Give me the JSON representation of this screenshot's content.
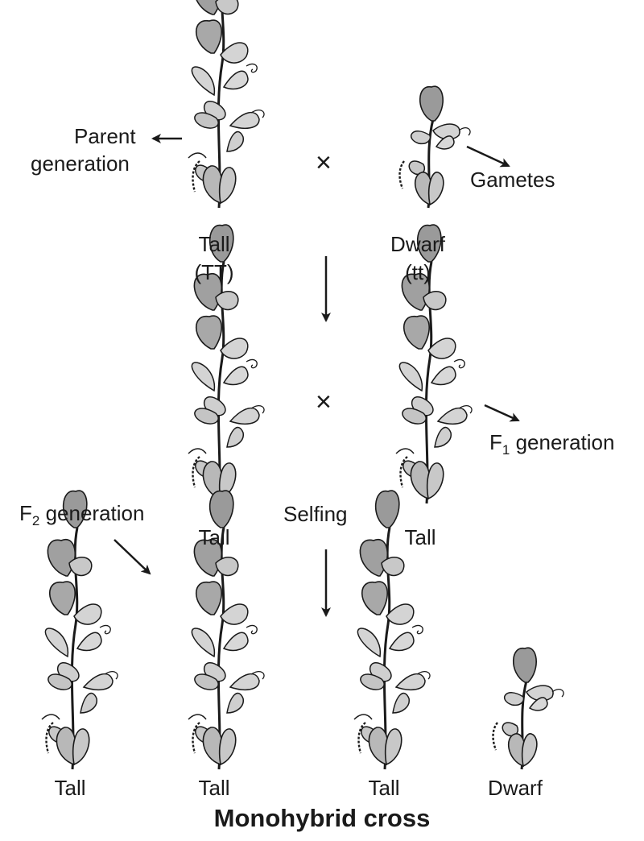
{
  "diagram": {
    "title": "Monohybrid cross",
    "parent_label": [
      "Parent",
      "generation"
    ],
    "gametes_label": "Gametes",
    "f1_label": {
      "letter": "F",
      "sub": "1",
      "rest": " generation"
    },
    "f2_label": {
      "letter": "F",
      "sub": "2",
      "rest": " generation"
    },
    "cross_symbol": "×",
    "selfing_label": "Selfing",
    "parents": [
      {
        "phenotype": "Tall",
        "genotype": "(TT)"
      },
      {
        "phenotype": "Dwarf",
        "genotype": "(tt)"
      }
    ],
    "f1_plants": [
      "Tall",
      "Tall"
    ],
    "f2_plants": [
      "Tall",
      "Tall",
      "Tall",
      "Dwarf"
    ]
  },
  "colors": {
    "ink": "#1a1a1a",
    "leaf_light": "#d4d4d4",
    "leaf_mid": "#a8a8a8",
    "flower": "#9a9a9a"
  }
}
